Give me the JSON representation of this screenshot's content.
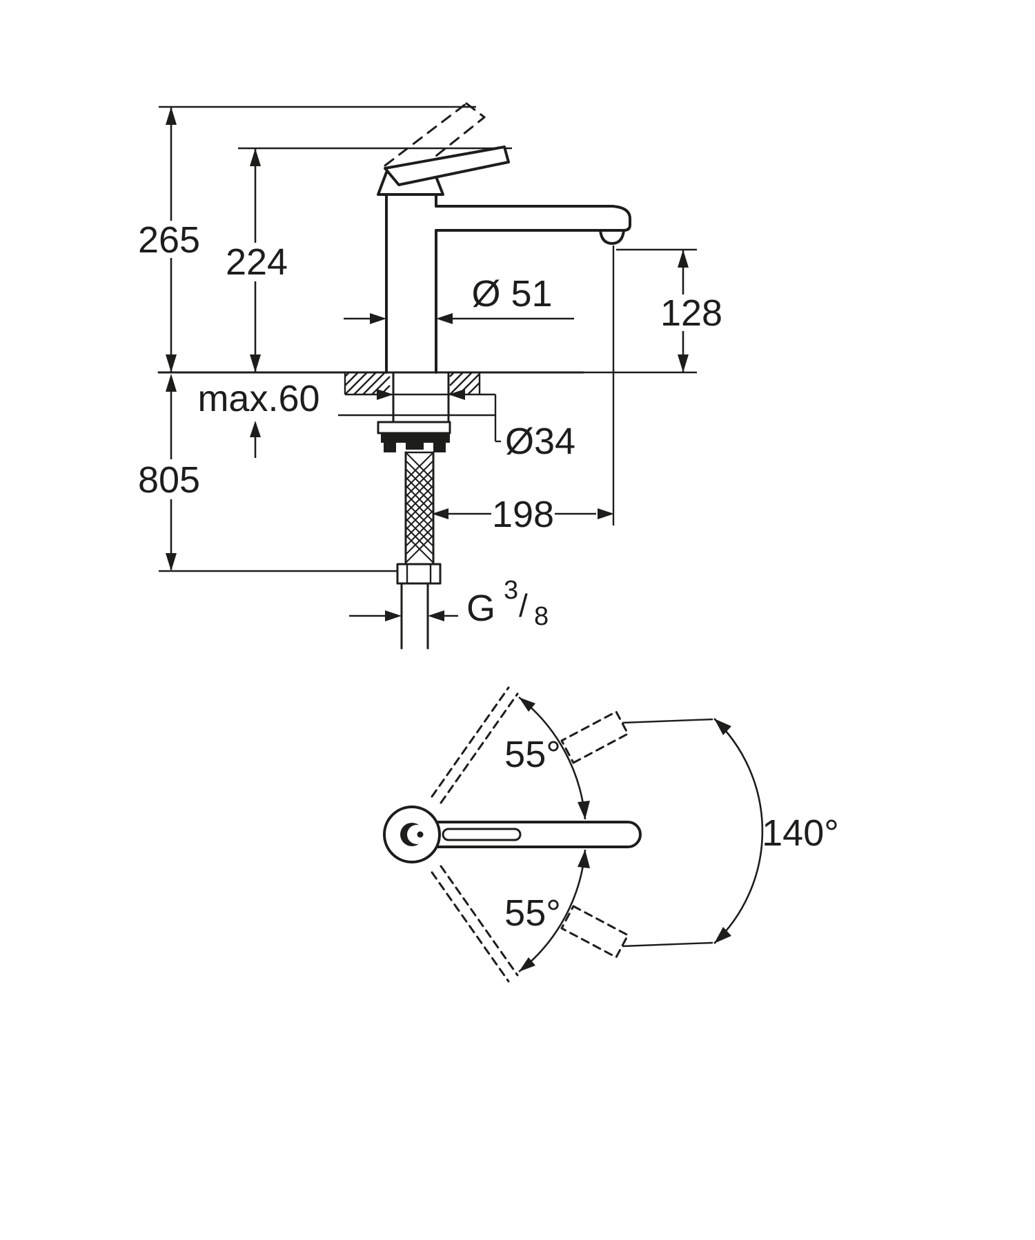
{
  "drawing": {
    "type": "technical-dimension-drawing",
    "subject": "single-lever kitchen faucet",
    "units": "mm",
    "side_view": {
      "total_height": "265",
      "height_to_spout": "224",
      "body_diameter": "Ø 51",
      "outlet_to_deck": "128",
      "max_deck_thickness": "max.60",
      "hole_diameter": "Ø34",
      "hose_length": "805",
      "spout_reach": "198",
      "connection_thread": {
        "g": "G",
        "numerator": "3",
        "slash": "/",
        "denominator": "8"
      }
    },
    "top_view": {
      "swivel_upper": "55°",
      "swivel_lower": "55°",
      "swivel_total": "140°"
    }
  }
}
